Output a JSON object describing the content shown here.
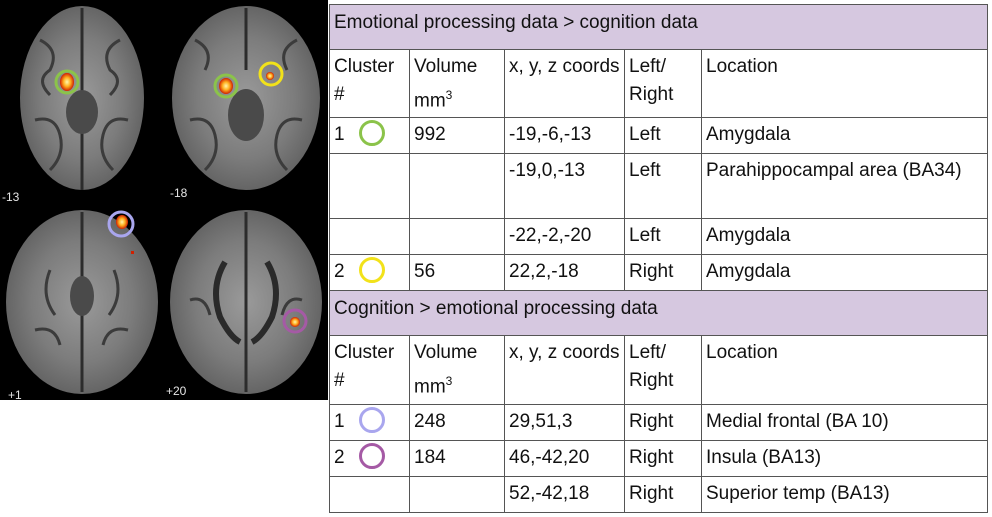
{
  "figure": {
    "slice_labels": [
      "-13",
      "-18",
      "+1",
      "+20"
    ]
  },
  "colors": {
    "green": "#8bc34a",
    "yellow": "#f2e21a",
    "blue": "#a9a6ee",
    "purple": "#a55aa5",
    "section_bg": "#d6c8e0"
  },
  "table": {
    "sections": [
      {
        "title": "Emotional processing data > cognition data",
        "header": {
          "cluster": "Cluster #",
          "volume": "Volume mm",
          "volume_sup": "3",
          "coords": "x, y, z coords",
          "side": "Left/ Right",
          "location": "Location"
        },
        "rows": [
          {
            "cluster": "1",
            "marker": "green",
            "volume": "992",
            "coords": "-19,-6,-13",
            "side": "Left",
            "location": "Amygdala"
          },
          {
            "cluster": "",
            "marker": "",
            "volume": "",
            "coords": "-19,0,-13",
            "side": "Left",
            "location": "Parahippocampal area (BA34)"
          },
          {
            "cluster": "",
            "marker": "",
            "volume": "",
            "coords": "-22,-2,-20",
            "side": "Left",
            "location": "Amygdala"
          },
          {
            "cluster": "2",
            "marker": "yellow",
            "volume": "56",
            "coords": "22,2,-18",
            "side": "Right",
            "location": "Amygdala"
          }
        ]
      },
      {
        "title": "Cognition > emotional processing data",
        "header": {
          "cluster": "Cluster #",
          "volume": "Volume mm",
          "volume_sup": "3",
          "coords": "x, y, z coords",
          "side": "Left/ Right",
          "location": "Location"
        },
        "rows": [
          {
            "cluster": "1",
            "marker": "blue",
            "volume": "248",
            "coords": "29,51,3",
            "side": "Right",
            "location": "Medial frontal (BA 10)"
          },
          {
            "cluster": "2",
            "marker": "purple",
            "volume": "184",
            "coords": "46,-42,20",
            "side": "Right",
            "location": "Insula (BA13)"
          },
          {
            "cluster": "",
            "marker": "",
            "volume": "",
            "coords": "52,-42,18",
            "side": "Right",
            "location": "Superior temp (BA13)"
          }
        ]
      }
    ]
  }
}
